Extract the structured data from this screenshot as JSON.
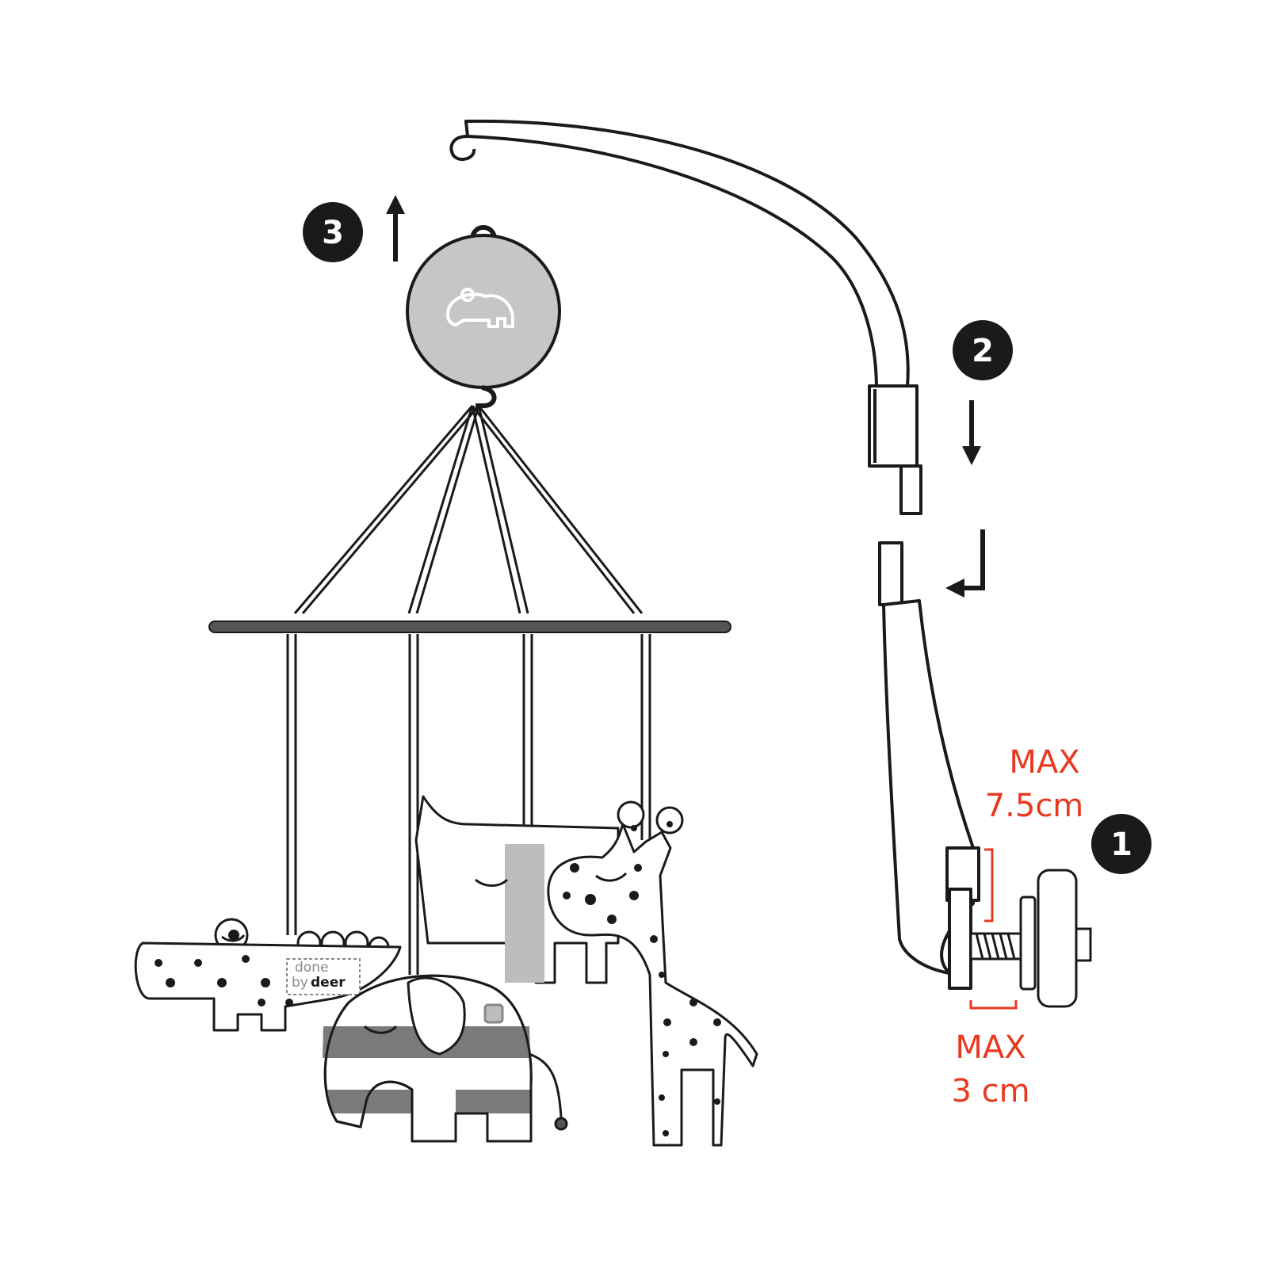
{
  "steps": [
    {
      "number": "1"
    },
    {
      "number": "2"
    },
    {
      "number": "3"
    }
  ],
  "dimensions": {
    "rail_thickness": {
      "line1": "MAX",
      "line2": "7.5cm"
    },
    "clamp_depth": {
      "line1": "MAX",
      "line2": "3 cm"
    }
  },
  "brand_tag": {
    "line1": "done",
    "line2": "by",
    "line3": "deer"
  },
  "colors": {
    "ink": "#1a1a1a",
    "accent": "#e8391f",
    "music_box": "#c6c6c6",
    "rod": "#555555",
    "stripe_dark": "#7a7a7a",
    "stripe_light": "#bdbdbd"
  }
}
